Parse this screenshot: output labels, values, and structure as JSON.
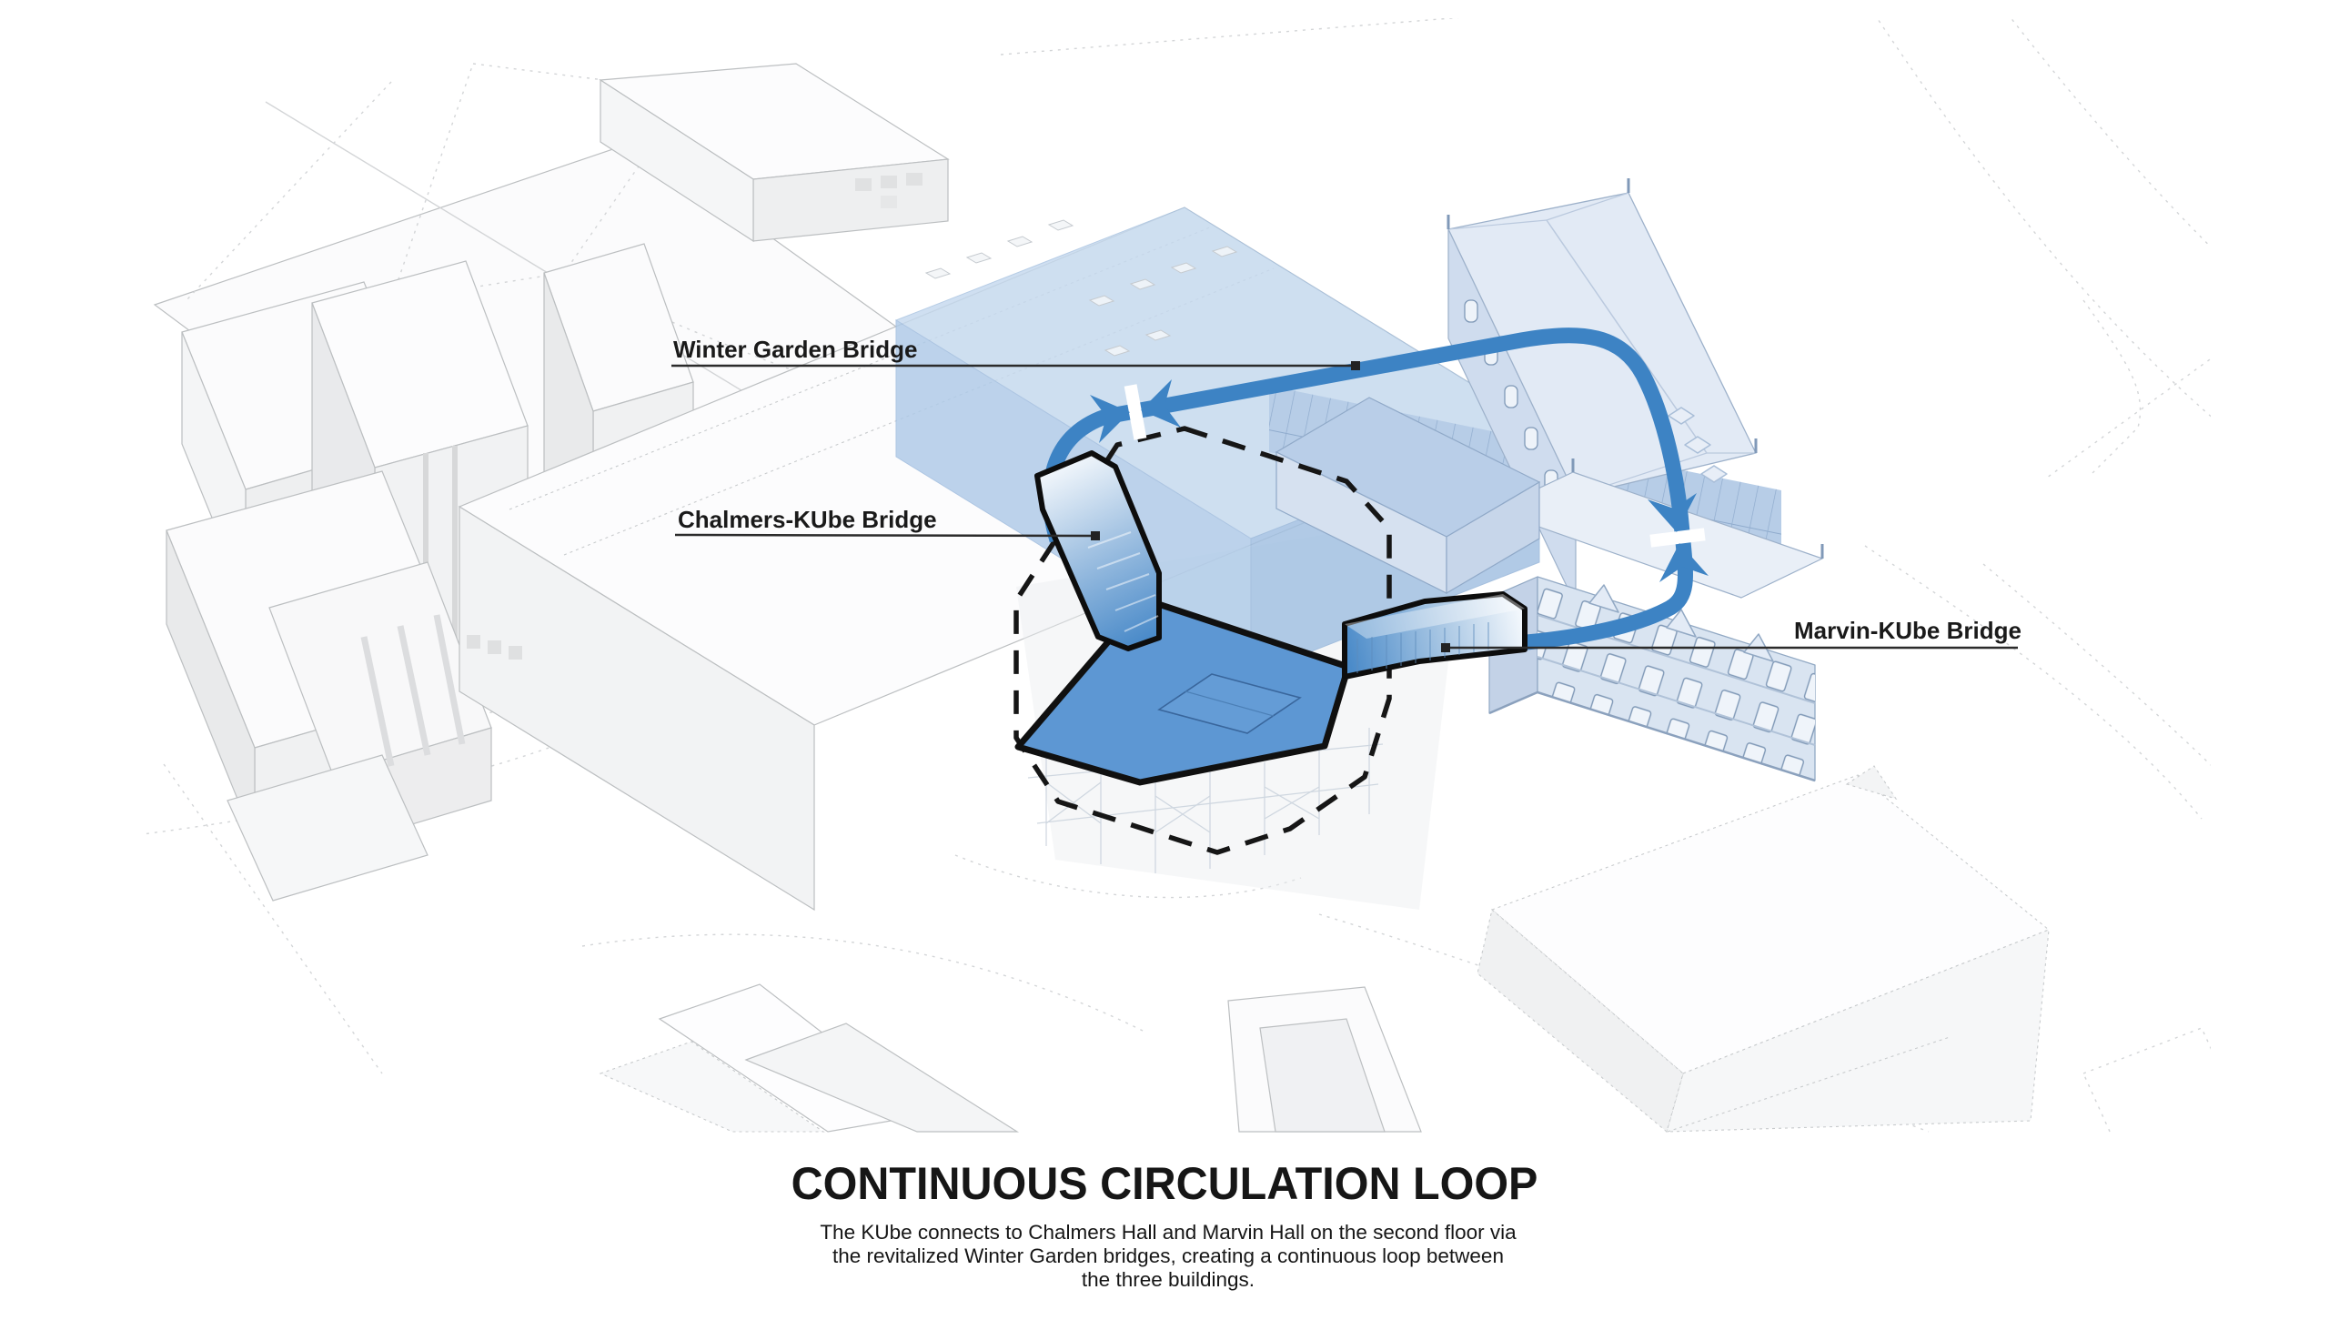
{
  "diagram": {
    "callouts": {
      "winter_garden_bridge": "Winter Garden Bridge",
      "chalmers_kube_bridge": "Chalmers-KUbe Bridge",
      "marvin_kube_bridge": "Marvin-KUbe Bridge"
    },
    "colors": {
      "circulation_loop": "#3d83c4",
      "kube_roof": "#5d97d3",
      "highlight_box": "#c5d9ee",
      "building_tint": "#dbe5f2",
      "outline_black": "#141414"
    }
  },
  "caption": {
    "title": "CONTINUOUS CIRCULATION LOOP",
    "description_lines": [
      "The KUbe connects to Chalmers Hall and Marvin Hall on the second floor via",
      "the revitalized Winter Garden bridges, creating a continuous loop between",
      "the three buildings."
    ]
  }
}
